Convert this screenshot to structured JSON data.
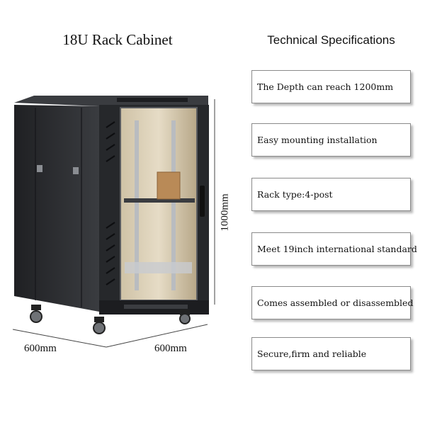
{
  "product": {
    "title": "18U Rack Cabinet"
  },
  "specs": {
    "heading": "Technical Specifications",
    "items": [
      {
        "label": "The Depth can reach 1200mm"
      },
      {
        "label": "Easy mounting installation"
      },
      {
        "label": "Rack type:4-post"
      },
      {
        "label": "Meet 19inch international standard"
      },
      {
        "label": "Comes assembled or disassembled"
      },
      {
        "label": "Secure,firm and reliable"
      }
    ]
  },
  "dimensions": {
    "width": "600mm",
    "depth": "600mm",
    "height": "1000mm"
  },
  "colors": {
    "cabinet_body": "#2b2d30",
    "glass_door": "#b9a98a",
    "box_border": "#8a8a8a"
  }
}
